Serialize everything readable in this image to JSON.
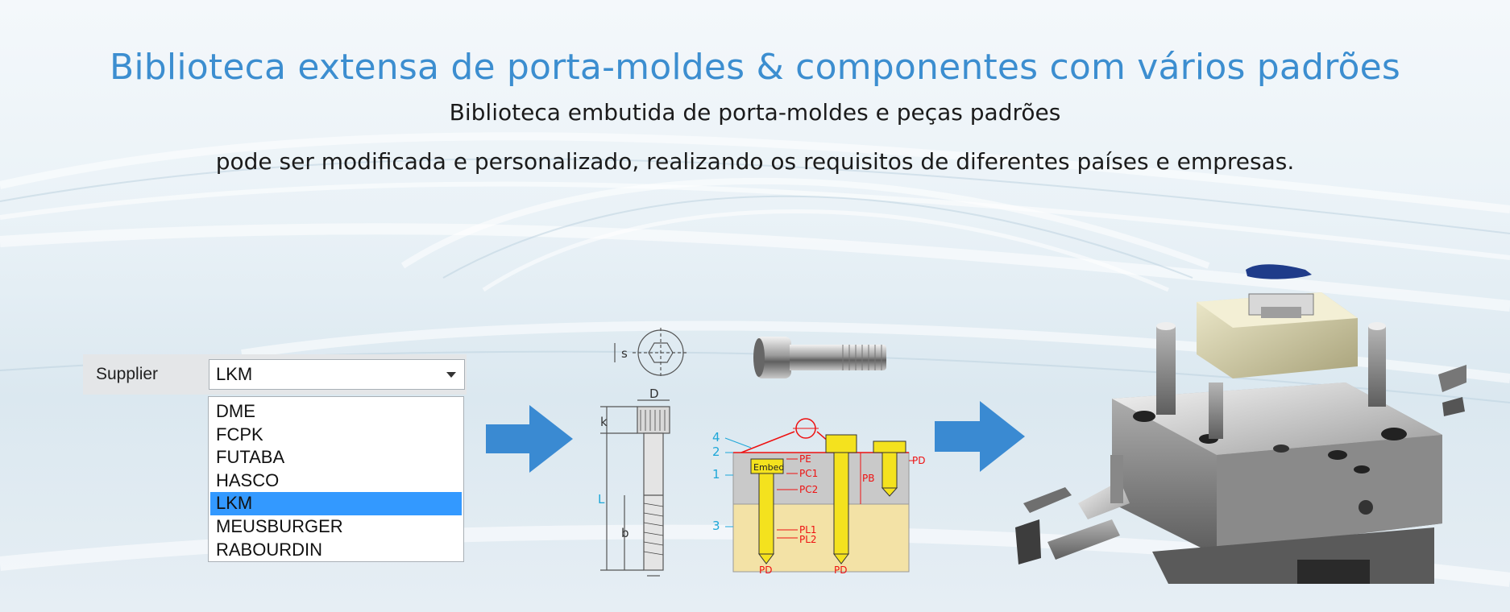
{
  "header": {
    "title": "Biblioteca extensa de porta-moldes & componentes com vários padrões",
    "subtitle_line1": "Biblioteca embutida de porta-moldes e peças padrões",
    "subtitle_line2": "pode ser modificada e personalizado, realizando os requisitos de diferentes países e empresas."
  },
  "supplier": {
    "label": "Supplier",
    "selected": "LKM",
    "options": [
      "DME",
      "FCPK",
      "FUTABA",
      "HASCO",
      "LKM",
      "MEUSBURGER",
      "RABOURDIN"
    ]
  },
  "screw_drawing": {
    "labels": {
      "s": "s",
      "d": "D",
      "k": "k",
      "l": "L",
      "b": "b"
    }
  },
  "embed_drawing": {
    "embed": "Embed",
    "pe": "PE",
    "pc1": "PC1",
    "pc2": "PC2",
    "pb": "PB",
    "pd_right": "PD",
    "pl1": "PL1",
    "pl2": "PL2",
    "pd1": "PD",
    "pd2": "PD",
    "n4": "4",
    "n2": "2",
    "n1": "1",
    "n3": "3"
  },
  "colors": {
    "accent": "#3c8ed0",
    "arrow": "#3a8ad2",
    "selection": "#3399ff"
  }
}
